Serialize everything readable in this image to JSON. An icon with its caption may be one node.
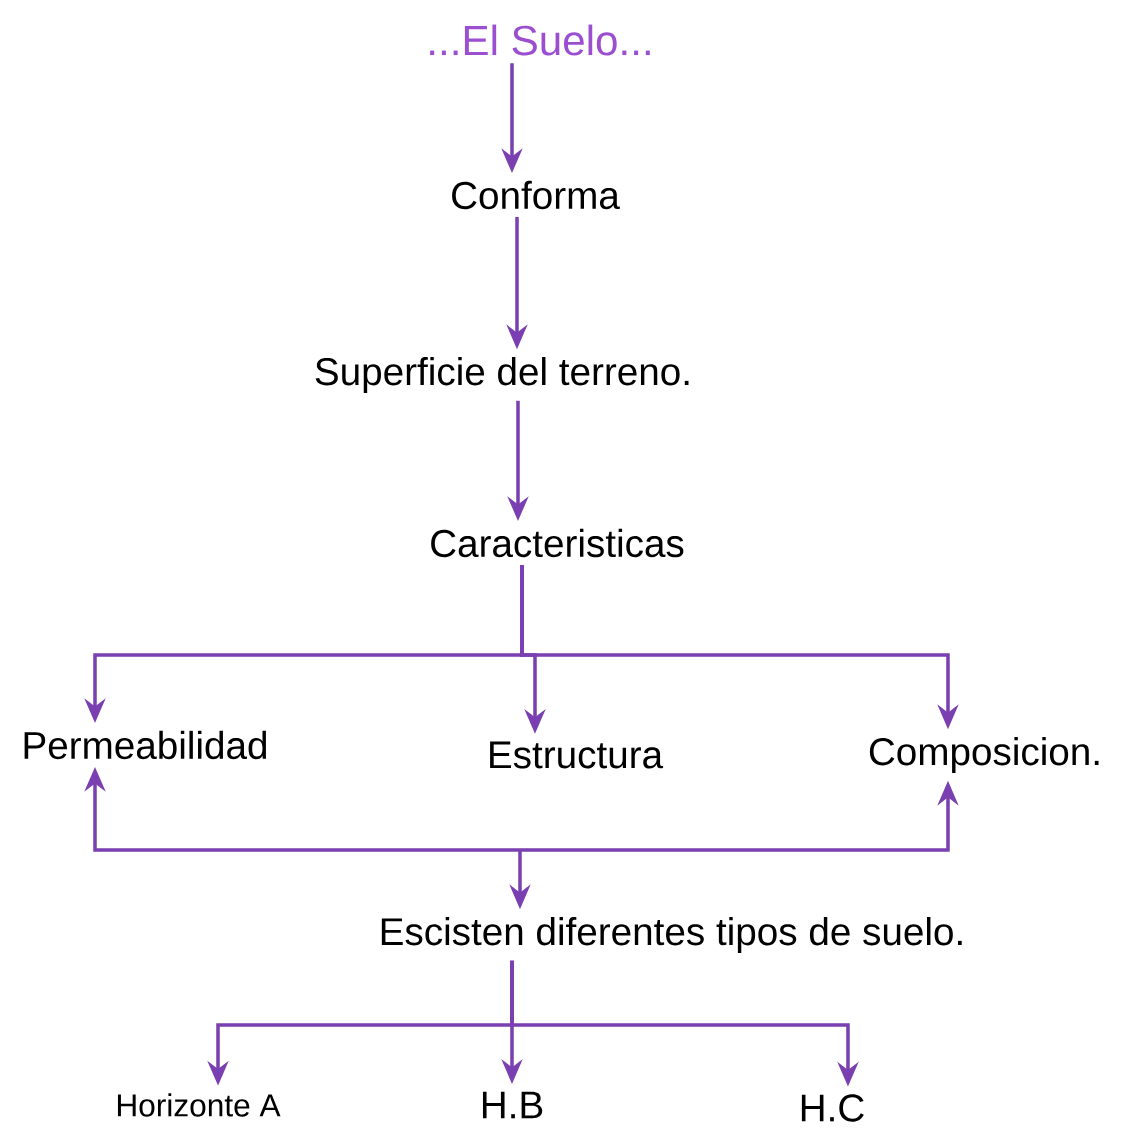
{
  "diagram": {
    "nodes": [
      {
        "text": [
          "...El Suelo..."
        ]
      },
      {
        "text": [
          "Conforma"
        ]
      },
      {
        "text": [
          "Superficie del terreno."
        ]
      },
      {
        "text": [
          "Caracteristicas"
        ]
      },
      {
        "text": [
          "Permeabilidad"
        ]
      },
      {
        "text": [
          "Estructura"
        ]
      },
      {
        "text": [
          "Composicion."
        ]
      },
      {
        "text": [
          "Escisten diferentes tipos de suelo."
        ]
      },
      {
        "text": [
          "Horizonte A"
        ]
      },
      {
        "text": [
          "H.B"
        ]
      },
      {
        "text": [
          "H.C"
        ]
      }
    ],
    "edges": [
      {
        "from": 0,
        "to": 1,
        "arrow": "to"
      },
      {
        "from": 1,
        "to": 2,
        "arrow": "to"
      },
      {
        "from": 2,
        "to": 3,
        "arrow": "to"
      },
      {
        "from": 3,
        "to": 4,
        "arrow": "to"
      },
      {
        "from": 3,
        "to": 5,
        "arrow": "to"
      },
      {
        "from": 3,
        "to": 6,
        "arrow": "to"
      },
      {
        "from": 4,
        "to": 7,
        "arrow": "both"
      },
      {
        "from": 6,
        "to": 7,
        "arrow": "both"
      },
      {
        "from": 7,
        "to": 8,
        "arrow": "to"
      },
      {
        "from": 7,
        "to": 9,
        "arrow": "to"
      },
      {
        "from": 7,
        "to": 10,
        "arrow": "to"
      }
    ]
  }
}
